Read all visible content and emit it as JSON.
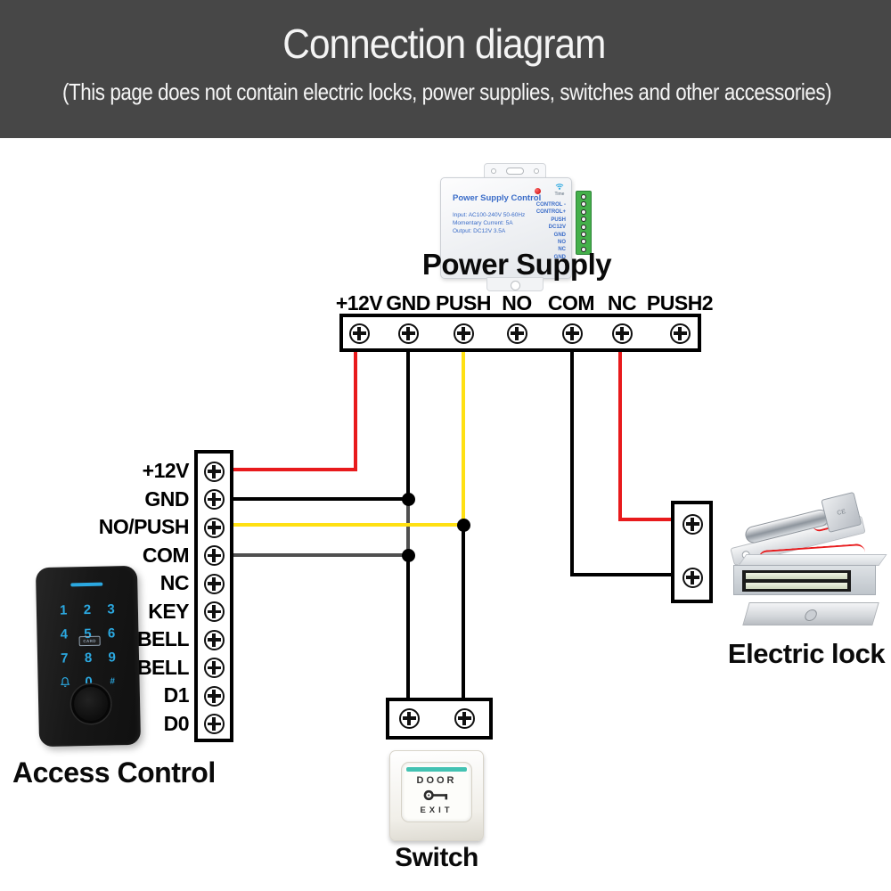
{
  "header": {
    "title": "Connection diagram",
    "subtitle": "(This page does not contain electric locks, power supplies, switches and other accessories)"
  },
  "colors": {
    "header_bg": "#474747",
    "wire_red": "#e81a1c",
    "wire_yellow": "#ffe012",
    "wire_black": "#000000",
    "wire_gray": "#4f4f4f",
    "keypad_blue": "#2ba8e0",
    "psu_text_blue": "#3a6cc8",
    "terminal_green": "#44b04a",
    "switch_teal": "#43c2b2"
  },
  "power_supply": {
    "label": "Power Supply",
    "panel_title": "Power Supply Control",
    "spec_line1": "Input: AC100-240V 50-60Hz",
    "spec_line2": "Momentary Current: 5A",
    "spec_line3": "Output: DC12V 3.5A",
    "time_label": "Time",
    "terminal_labels": [
      "CONTROL -",
      "CONTROL+",
      "PUSH",
      "DC12V",
      "GND",
      "NO",
      "NC",
      "GND"
    ]
  },
  "psu_terminal_strip": {
    "labels": [
      "+12V",
      "GND",
      "PUSH",
      "NO",
      "COM",
      "NC",
      "PUSH2"
    ]
  },
  "access_terminal_strip": {
    "labels": [
      "+12V",
      "GND",
      "NO/PUSH",
      "COM",
      "NC",
      "KEY",
      "BELL",
      "BELL",
      "D1",
      "D0"
    ]
  },
  "access_control": {
    "label": "Access Control",
    "keypad_keys": [
      "1",
      "2",
      "3",
      "4",
      "5",
      "6",
      "7",
      "8",
      "9",
      "0",
      "#"
    ],
    "card_label": "CARD"
  },
  "electric_lock": {
    "label": "Electric lock"
  },
  "exit_switch": {
    "label": "Switch",
    "button_line1": "DOOR",
    "button_line2": "EXIT"
  }
}
